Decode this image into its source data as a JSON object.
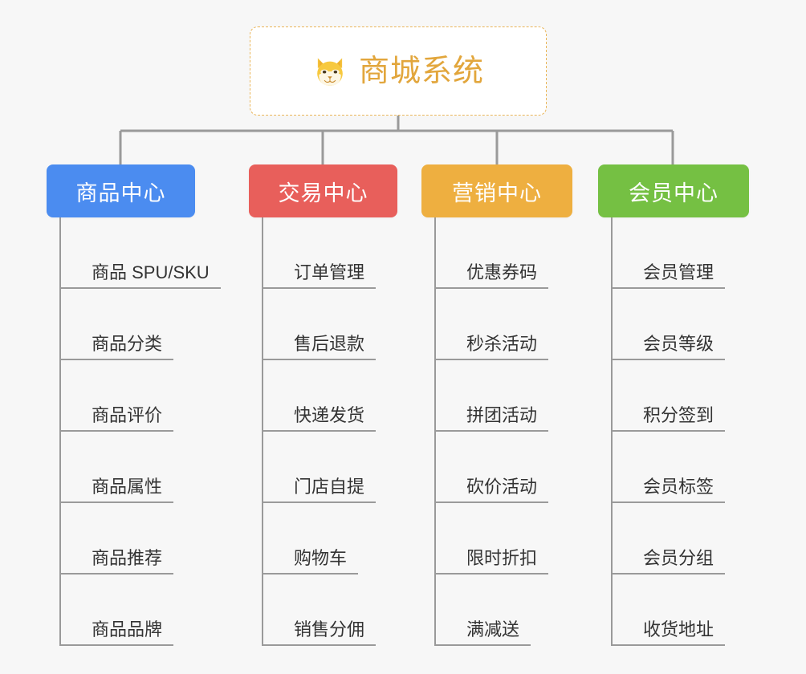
{
  "root": {
    "icon": "shiba-dog-emoji",
    "title": "商城系统",
    "border_color": "#eab558",
    "text_color": "#e2a63c",
    "background": "#ffffff"
  },
  "canvas": {
    "background": "#f7f7f7",
    "connector_color": "#9a9a9a"
  },
  "branches": [
    {
      "label": "商品中心",
      "color": "#4b8cf0",
      "leaves": [
        {
          "label": "商品 SPU/SKU"
        },
        {
          "label": "商品分类"
        },
        {
          "label": "商品评价"
        },
        {
          "label": "商品属性"
        },
        {
          "label": "商品推荐"
        },
        {
          "label": "商品品牌"
        }
      ]
    },
    {
      "label": "交易中心",
      "color": "#e85f5b",
      "leaves": [
        {
          "label": "订单管理"
        },
        {
          "label": "售后退款"
        },
        {
          "label": "快递发货"
        },
        {
          "label": "门店自提"
        },
        {
          "label": "购物车"
        },
        {
          "label": "销售分佣"
        }
      ]
    },
    {
      "label": "营销中心",
      "color": "#eeaf40",
      "leaves": [
        {
          "label": "优惠券码"
        },
        {
          "label": "秒杀活动"
        },
        {
          "label": "拼团活动"
        },
        {
          "label": "砍价活动"
        },
        {
          "label": "限时折扣"
        },
        {
          "label": "满减送"
        }
      ]
    },
    {
      "label": "会员中心",
      "color": "#75c043",
      "leaves": [
        {
          "label": "会员管理"
        },
        {
          "label": "会员等级"
        },
        {
          "label": "积分签到"
        },
        {
          "label": "会员标签"
        },
        {
          "label": "会员分组"
        },
        {
          "label": "收货地址"
        }
      ]
    }
  ]
}
